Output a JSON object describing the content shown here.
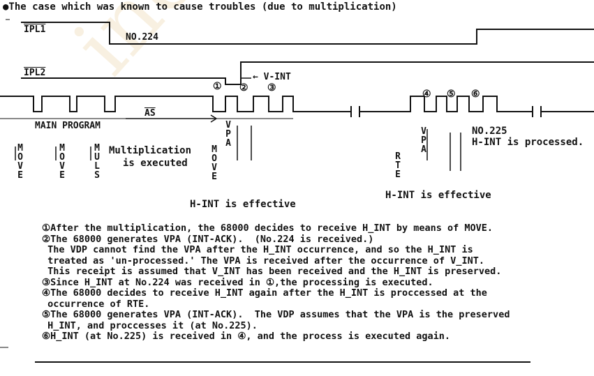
{
  "title": "●The case which was known to cause troubles (due to multiplication)",
  "signals": {
    "ipl1": "IPL1",
    "ipl2": "IPL2",
    "as": "AS",
    "no224": "NO.224",
    "vint": "← V-INT",
    "main_program": "MAIN PROGRAM"
  },
  "markers": [
    "①",
    "②",
    "③",
    "④",
    "⑤",
    "⑥"
  ],
  "labels": {
    "move1": "MOVE",
    "move2": "MOVE",
    "muls": "MULS",
    "multiplication": "Multiplication",
    "executed": "is executed",
    "move3": "MOVE",
    "vpa1": "VPA",
    "vpa2": "VPA",
    "rte": "RTE",
    "no225": "NO.225",
    "hint_processed": "H-INT is processed.",
    "hint_effective1": "H-INT is effective",
    "hint_effective2": "H-INT is effective"
  },
  "notes": [
    "①After the multiplication, the 68000 decides to receive H_INT by means of MOVE.",
    "②The 68000 generates VPA (INT-ACK).  (No.224 is received.)",
    " The VDP cannot find the VPA after the H_INT occurrence, and so the H_INT is",
    " treated as 'un-processed.' The VPA is received after the occurrence of V_INT.",
    " This receipt is assumed that V_INT has been received and the H_INT is preserved.",
    "③Since H_INT at No.224 was received in ①,the processing is executed.",
    "④The 68000 decides to receive H_INT again after the H_INT is proccessed at the",
    " occurrence of RTE.",
    "⑤The 68000 generates VPA (INT-ACK).  The VDP assumes that the VPA is the preserved",
    " H_INT, and proccesses it (at No.225).",
    "⑥H_INT (at No.225) is received in ④, and the process is executed again."
  ],
  "watermark": "ine Code"
}
